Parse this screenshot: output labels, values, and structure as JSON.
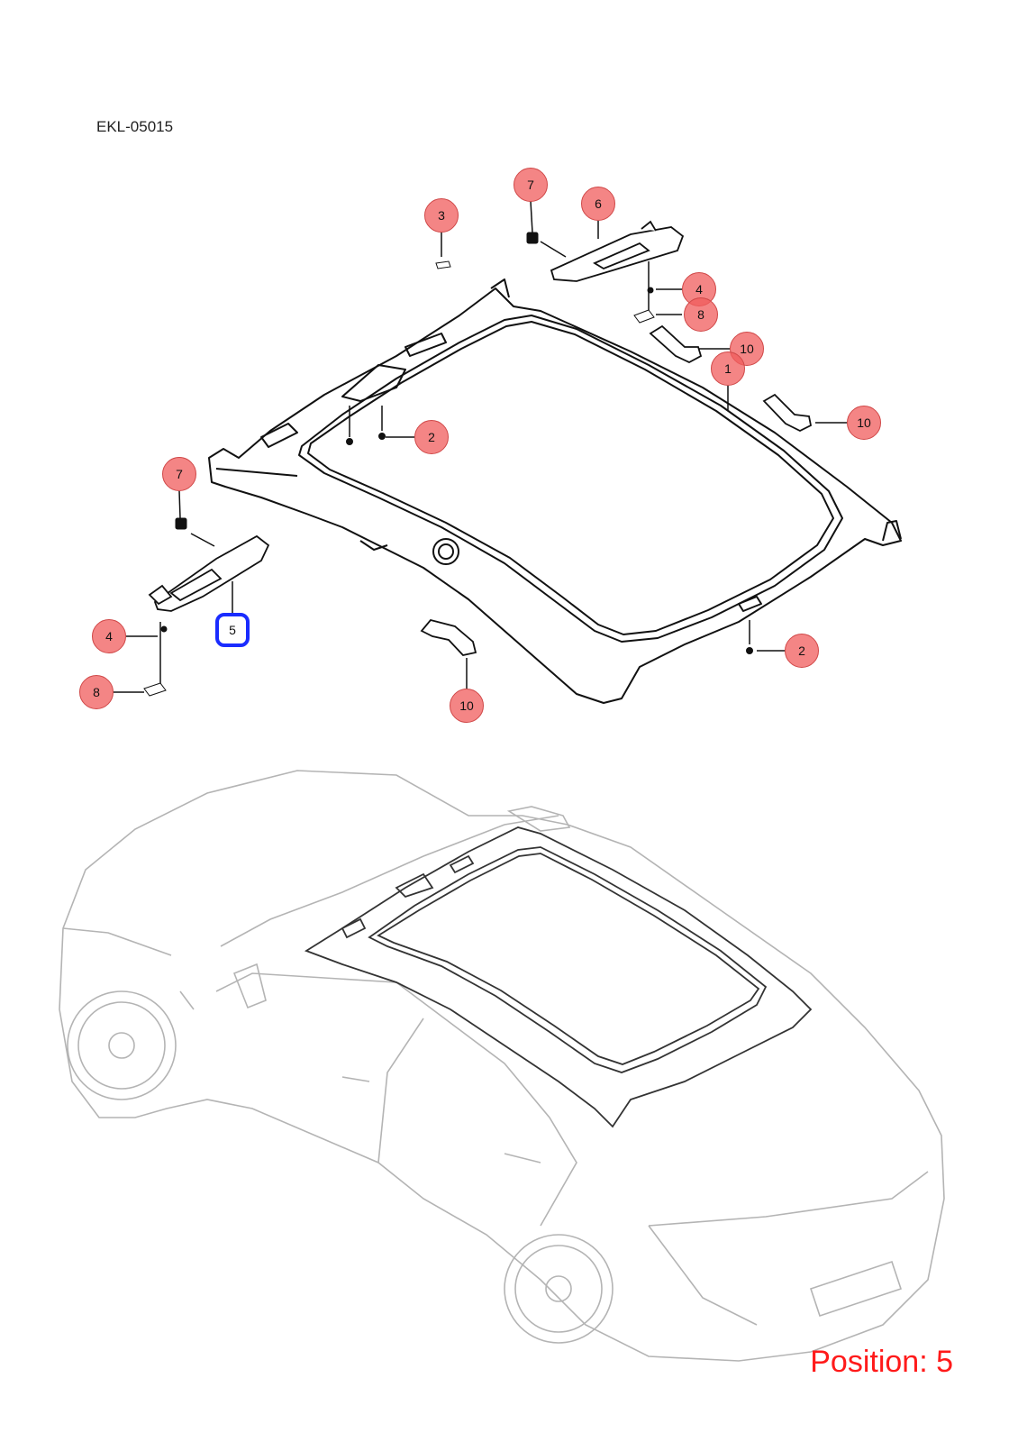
{
  "diagram": {
    "code": "EKL-05015",
    "colors": {
      "callout": "#f05c5c",
      "selected_border": "#1a2cff",
      "position_text": "#ff1a1a"
    },
    "callouts": [
      {
        "label": "7",
        "selected": false
      },
      {
        "label": "6",
        "selected": false
      },
      {
        "label": "3",
        "selected": false
      },
      {
        "label": "4",
        "selected": false
      },
      {
        "label": "8",
        "selected": false
      },
      {
        "label": "10",
        "selected": false
      },
      {
        "label": "1",
        "selected": false
      },
      {
        "label": "10",
        "selected": false
      },
      {
        "label": "2",
        "selected": false
      },
      {
        "label": "7",
        "selected": false
      },
      {
        "label": "5",
        "selected": true
      },
      {
        "label": "4",
        "selected": false
      },
      {
        "label": "8",
        "selected": false
      },
      {
        "label": "2",
        "selected": false
      },
      {
        "label": "10",
        "selected": false
      }
    ]
  },
  "position_readout": "Position: 5"
}
